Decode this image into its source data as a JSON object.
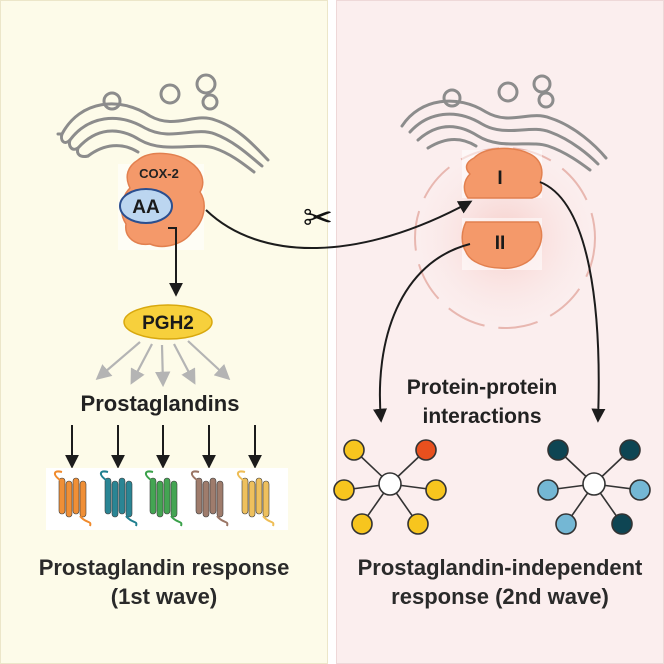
{
  "labels": {
    "cox2": "COX-2",
    "aa": "AA",
    "pgh2": "PGH2",
    "prostaglandins": "Prostaglandins",
    "fragment_1": "I",
    "fragment_2": "II",
    "ppi_line1": "Protein-protein",
    "ppi_line2": "interactions"
  },
  "captions": {
    "left_line1": "Prostaglandin response",
    "left_line2": "(1st wave)",
    "right_line1": "Prostaglandin-independent",
    "right_line2": "response (2nd wave)"
  },
  "colors": {
    "left_bg": "#fdfbe9",
    "right_bg": "#fbeeee",
    "protein": "#f4996a",
    "aa_fill": "#bcd6f0",
    "pgh2_fill": "#f7d03c",
    "receptors": [
      "#f08a2c",
      "#1f7f8f",
      "#3aa14a",
      "#9a7565",
      "#eebd55"
    ],
    "network_left_nodes": [
      "#e8501e",
      "#f7c51e"
    ],
    "network_right_nodes": [
      "#0e4553",
      "#74b7d4"
    ]
  }
}
